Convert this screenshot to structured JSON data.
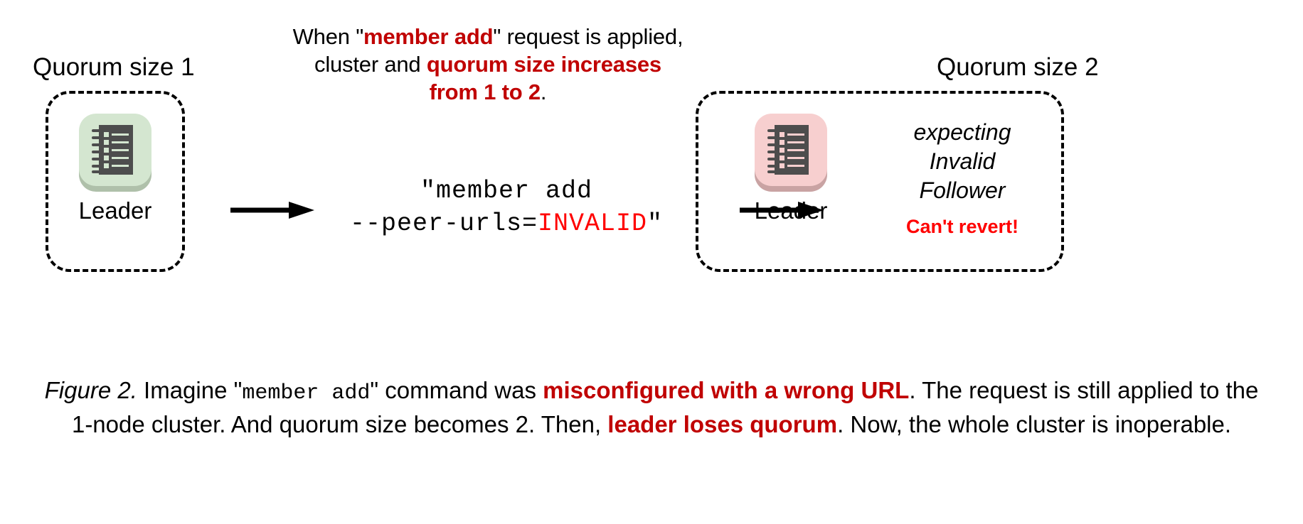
{
  "figure": {
    "top_note": {
      "line1_a": "When \"",
      "line1_b": "member add",
      "line1_c": "\" request is applied,",
      "line2_a": "cluster and ",
      "line2_b": "quorum size increases",
      "line3_a": "from 1 to 2",
      "line3_b": "."
    },
    "left_cluster": {
      "quorum_label": "Quorum size 1",
      "node_label": "Leader",
      "icon_name": "server-log-icon",
      "tile_color": "#D4E6D0",
      "shadow_color": "#AFC0AA",
      "icon_color": "#4D4D4D"
    },
    "right_cluster": {
      "quorum_label": "Quorum size 2",
      "node_label": "Leader",
      "icon_name": "server-log-icon",
      "tile_color": "#F7CFCF",
      "shadow_color": "#C9A3A3",
      "icon_color": "#4D4D4D",
      "status_lines": [
        "expecting",
        "Invalid",
        "Follower"
      ],
      "status_warning": "Can't revert!"
    },
    "command": {
      "line1": "\"member add",
      "line2_a": "--peer-urls=",
      "line2_b": "INVALID",
      "line2_c": "\""
    },
    "caption": {
      "label": "Figure 2.",
      "t1": " Imagine \"",
      "cmd": "member add",
      "t2": "\" command was ",
      "em1": "misconfigured with a wrong URL",
      "t3": ". The request is still applied to the 1-node cluster. And quorum size becomes 2. Then, ",
      "em2": "leader loses quorum",
      "t4": ". Now, the whole cluster is inoperable."
    },
    "colors": {
      "emphasis_dark_red": "#C00000",
      "bright_red": "#FF0000",
      "text_black": "#000000",
      "background": "#FFFFFF"
    }
  }
}
